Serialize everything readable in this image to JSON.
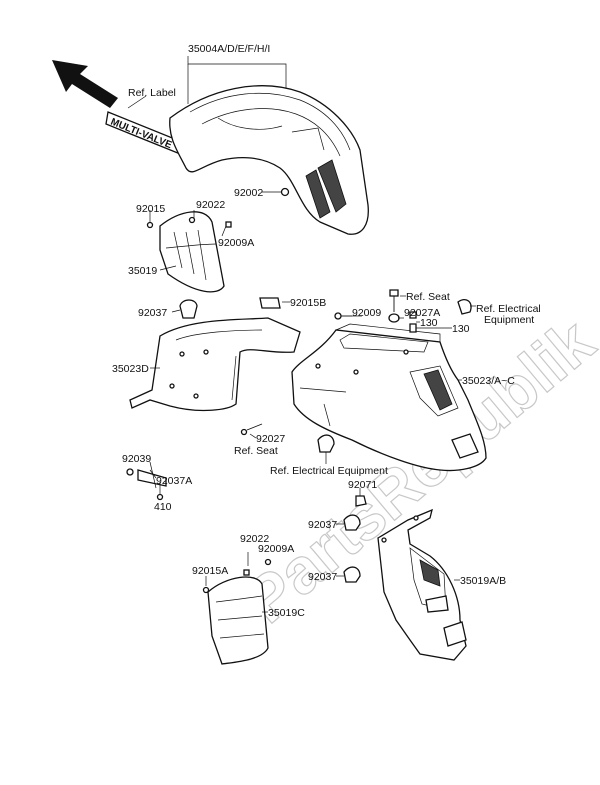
{
  "watermark": "PartsRepublik",
  "labels": {
    "fender_front_set": "35004A/D/E/F/H/I",
    "ref_label": "Ref. Label",
    "decal_text": "MULTI-VALVE",
    "p92002": "92002",
    "p92015_top": "92015",
    "p92022_top": "92022",
    "p92009a_top": "92009A",
    "p35019": "35019",
    "p92037_a": "92037",
    "p92015b": "92015B",
    "p92009_mid": "92009",
    "ref_seat_top": "Ref. Seat",
    "ref_elec_top_1": "Ref. Electrical",
    "ref_elec_top_2": "Equipment",
    "p92027a": "92027A",
    "p130_a": "130",
    "p130_b": "130",
    "p35023d": "35023D",
    "p35023ac": "35023/A~C",
    "p92027": "92027",
    "ref_seat_mid": "Ref. Seat",
    "p92039": "92039",
    "p92037a": "92037A",
    "p410": "410",
    "ref_elec_bottom": "Ref. Electrical Equipment",
    "p92071": "92071",
    "p92037_b": "92037",
    "p92022_bot": "92022",
    "p92009a_bot": "92009A",
    "p92015a": "92015A",
    "p35019c": "35019C",
    "p92037_c": "92037",
    "p35019ab": "35019A/B"
  },
  "colors": {
    "ink": "#111111",
    "watermark": "#c8c8c8",
    "background": "#ffffff"
  }
}
